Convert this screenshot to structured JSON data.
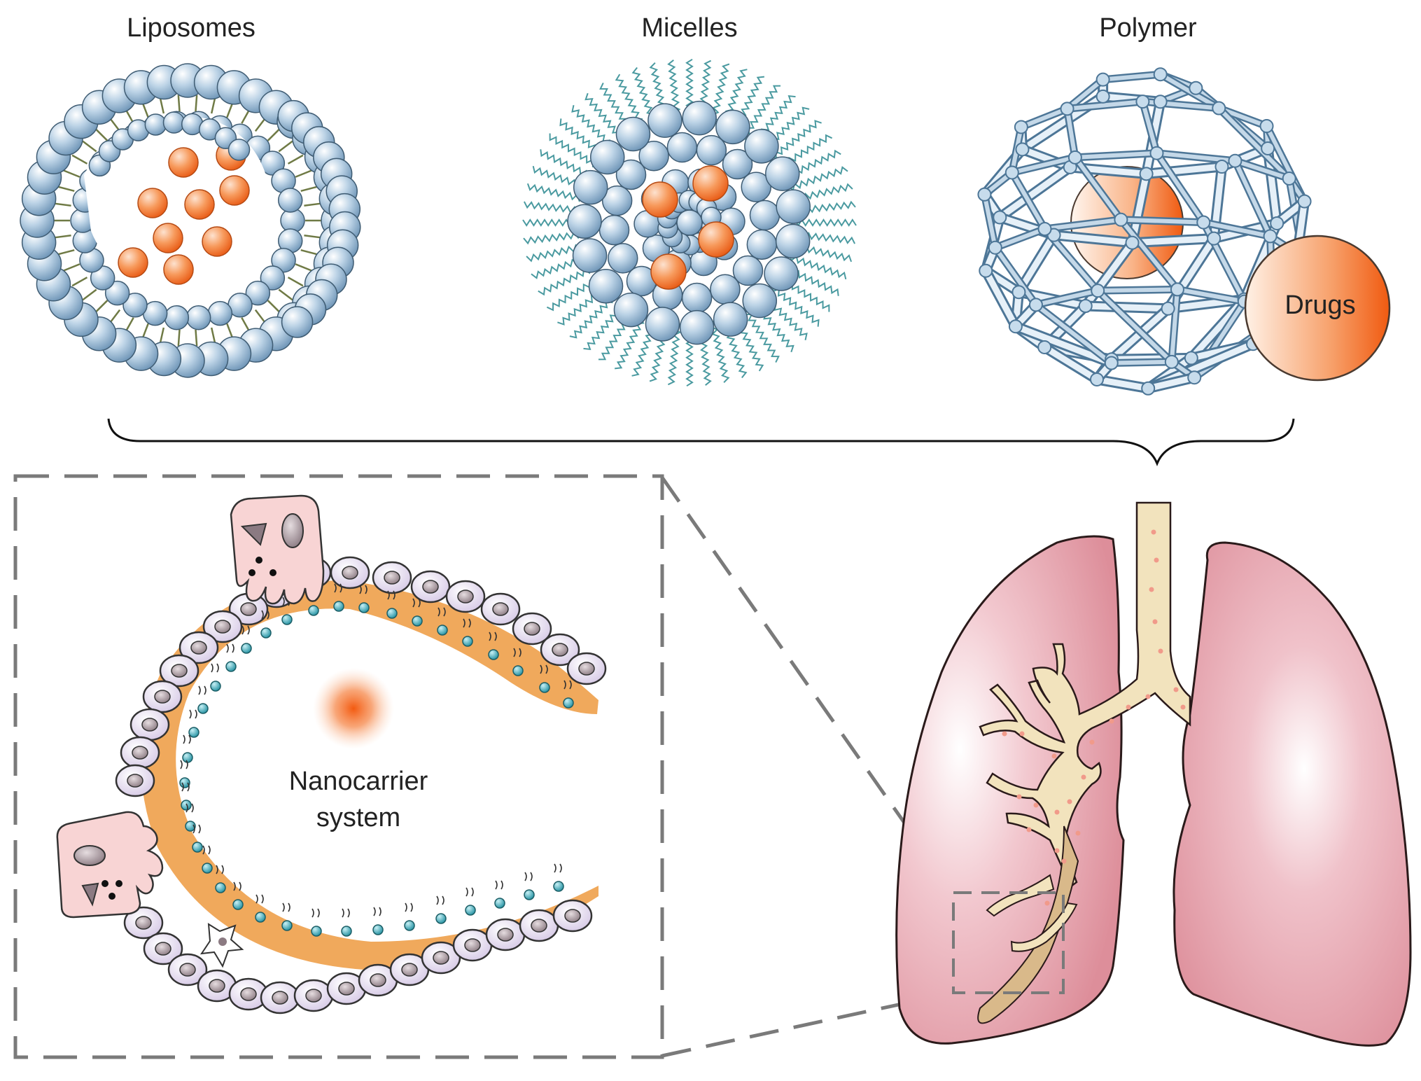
{
  "panels": {
    "liposomes": {
      "title": "Liposomes"
    },
    "micelles": {
      "title": "Micelles"
    },
    "polymer": {
      "title": "Polymer",
      "drug_label": "Drugs"
    }
  },
  "detail": {
    "center_label_line1": "Nanocarrier",
    "center_label_line2": "system"
  },
  "colors": {
    "sphere_blue": "#8fb4d1",
    "sphere_outline": "#3f5c73",
    "drug_orange": "#f36a1d",
    "tissue_orange": "#f0a95c",
    "cell_lilac": "#ddd3ea",
    "macrophage_pink": "#f7d2d2",
    "lung_pink": "#e29ba6",
    "lung_outline": "#2a1a1a",
    "airway_cream": "#f2e3bd",
    "polymer_blue": "#b8d0e4",
    "dashed_gray": "#7a7a7a",
    "receptor_teal": "#36a6b5"
  },
  "icons": {
    "liposome": "liposome-icon",
    "micelle": "micelle-icon",
    "polymer": "polymer-cage-icon",
    "drug": "drug-sphere-icon",
    "lung": "lung-icon",
    "alveolus": "alveolus-icon",
    "macrophage": "macrophage-icon"
  }
}
